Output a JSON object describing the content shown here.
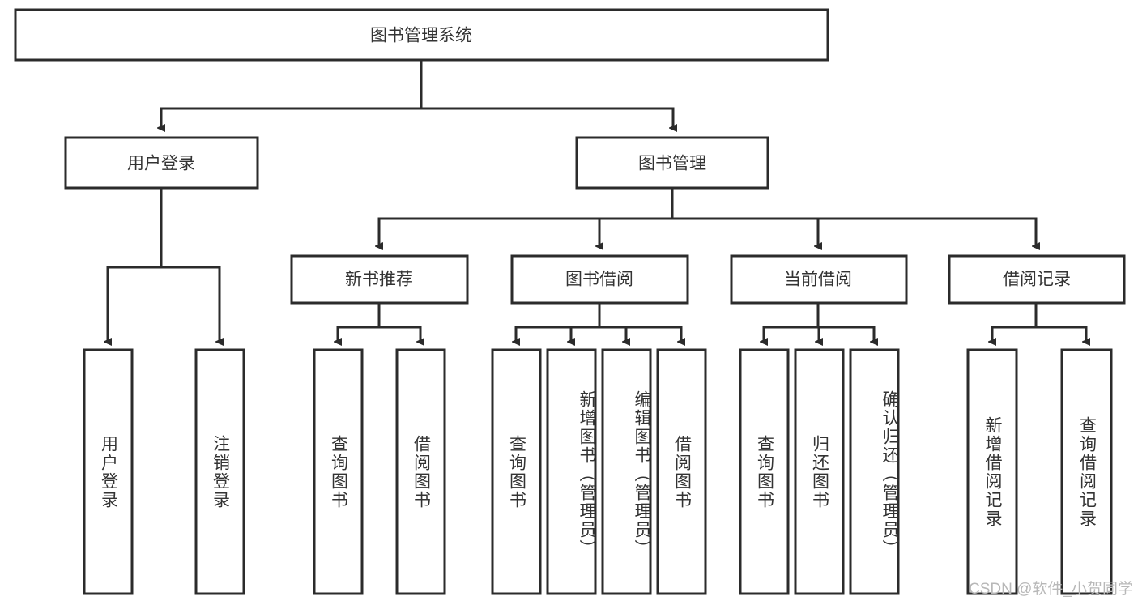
{
  "diagram": {
    "type": "tree",
    "title_text": "图书管理系统",
    "colors": {
      "box_stroke": "#2b2b2b",
      "box_fill": "#ffffff",
      "text": "#333333",
      "background": "#ffffff",
      "watermark": "#b8b8b8"
    },
    "root": {
      "label": "图书管理系统"
    },
    "level1": [
      {
        "label": "用户登录"
      },
      {
        "label": "图书管理"
      }
    ],
    "level2": [
      {
        "label": "新书推荐"
      },
      {
        "label": "图书借阅"
      },
      {
        "label": "当前借阅"
      },
      {
        "label": "借阅记录"
      }
    ],
    "leaves_user_login": [
      {
        "label": "用户登录"
      },
      {
        "label": "注销登录"
      }
    ],
    "leaves_new_book": [
      {
        "label": "查询图书"
      },
      {
        "label": "借阅图书"
      }
    ],
    "leaves_borrow": [
      {
        "label": "查询图书"
      },
      {
        "label": "新增图书（管理员）"
      },
      {
        "label": "编辑图书（管理员）"
      },
      {
        "label": "借阅图书"
      }
    ],
    "leaves_current": [
      {
        "label": "查询图书"
      },
      {
        "label": "归还图书"
      },
      {
        "label": "确认归还（管理员）"
      }
    ],
    "leaves_records": [
      {
        "label": "新增借阅记录"
      },
      {
        "label": "查询借阅记录"
      }
    ]
  },
  "watermark": {
    "text": "CSDN @软件_小贺同学"
  }
}
